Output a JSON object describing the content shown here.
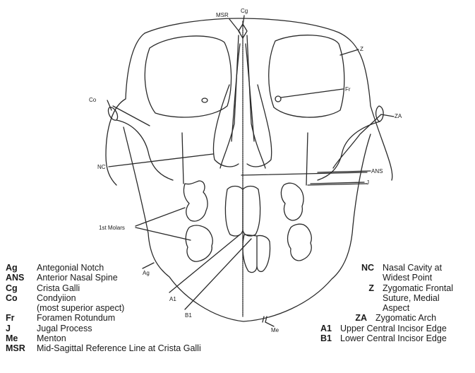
{
  "labels": {
    "msr": "MSR",
    "cg": "Cg",
    "z": "Z",
    "fr": "Fr",
    "co": "Co",
    "za": "ZA",
    "nc": "NC",
    "ans": "ANS",
    "j": "J",
    "molars": "1st Molars",
    "ag": "Ag",
    "a1": "A1",
    "b1": "B1",
    "me": "Me"
  },
  "legend_left": [
    {
      "abbr": "Ag",
      "desc": "Antegonial Notch"
    },
    {
      "abbr": "ANS",
      "desc": "Anterior Nasal Spine"
    },
    {
      "abbr": "Cg",
      "desc": "Crista Galli"
    },
    {
      "abbr": "Co",
      "desc": "Condyiion"
    },
    {
      "abbr": "",
      "desc": "(most superior aspect)"
    },
    {
      "abbr": "Fr",
      "desc": "Foramen Rotundum"
    },
    {
      "abbr": "J",
      "desc": "Jugal Process"
    },
    {
      "abbr": "Me",
      "desc": "Menton"
    },
    {
      "abbr": "MSR",
      "desc": "Mid-Sagittal Reference Line at Crista Galli"
    }
  ],
  "legend_right": [
    {
      "abbr": "NC",
      "desc": "Nasal Cavity at\nWidest Point"
    },
    {
      "abbr": "Z",
      "desc": "Zygomatic Frontal\nSuture, Medial\nAspect"
    },
    {
      "abbr": "ZA",
      "desc": "Zygomatic Arch"
    },
    {
      "abbr": "A1",
      "desc": "Upper Central Incisor Edge"
    },
    {
      "abbr": "B1",
      "desc": "Lower Central Incisor Edge"
    }
  ]
}
